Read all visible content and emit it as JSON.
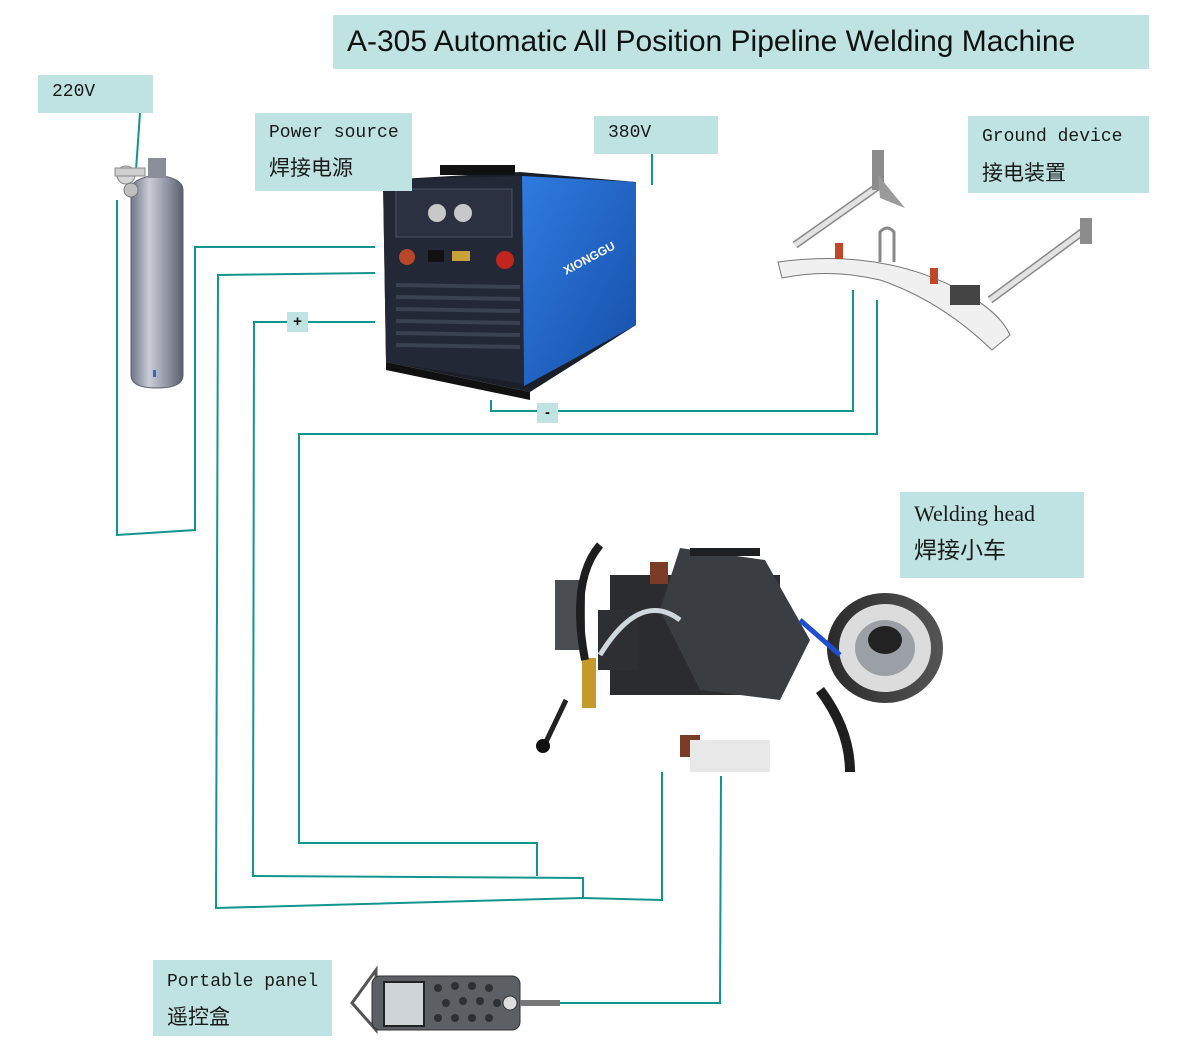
{
  "title": "A-305 Automatic All Position Pipeline Welding Machine",
  "labels": {
    "v220": "220V",
    "v380": "380V",
    "power_en": "Power source",
    "power_cn": "焊接电源",
    "ground_en": "Ground device",
    "ground_cn": "接电装置",
    "head_en": "Welding head",
    "head_cn": "焊接小车",
    "panel_en": "Portable panel",
    "panel_cn": "遥控盒",
    "plus": "+",
    "minus": "-"
  },
  "brand": "XIONGGU",
  "colors": {
    "wire": "#13958f",
    "label_bg": "#bfe3e2",
    "machine_blue": "#1f63c9"
  }
}
